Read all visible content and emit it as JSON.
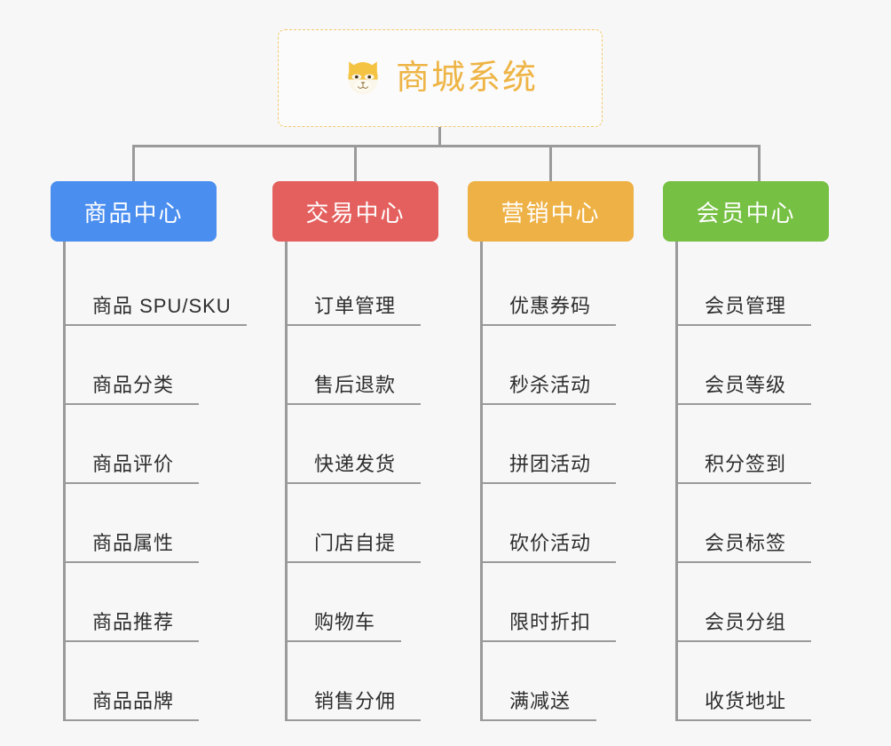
{
  "root": {
    "title": "商城系统",
    "icon": "shiba-dog-icon",
    "border_color": "#f3c96b",
    "text_color": "#eeb445",
    "background": "#fbfbfb"
  },
  "canvas": {
    "background": "#f7f7f7",
    "connector_color": "#9a9a9a"
  },
  "categories": [
    {
      "label": "商品中心",
      "color": "#4a8ef0",
      "items": [
        {
          "label": "商品 SPU/SKU",
          "rule_width": 204
        },
        {
          "label": "商品分类",
          "rule_width": 150
        },
        {
          "label": "商品评价",
          "rule_width": 150
        },
        {
          "label": "商品属性",
          "rule_width": 150
        },
        {
          "label": "商品推荐",
          "rule_width": 150
        },
        {
          "label": "商品品牌",
          "rule_width": 150
        }
      ]
    },
    {
      "label": "交易中心",
      "color": "#e4605e",
      "items": [
        {
          "label": "订单管理",
          "rule_width": 150
        },
        {
          "label": "售后退款",
          "rule_width": 150
        },
        {
          "label": "快递发货",
          "rule_width": 150
        },
        {
          "label": "门店自提",
          "rule_width": 150
        },
        {
          "label": "购物车",
          "rule_width": 128
        },
        {
          "label": "销售分佣",
          "rule_width": 150
        }
      ]
    },
    {
      "label": "营销中心",
      "color": "#eeb145",
      "items": [
        {
          "label": "优惠券码",
          "rule_width": 150
        },
        {
          "label": "秒杀活动",
          "rule_width": 150
        },
        {
          "label": "拼团活动",
          "rule_width": 150
        },
        {
          "label": "砍价活动",
          "rule_width": 150
        },
        {
          "label": "限时折扣",
          "rule_width": 150
        },
        {
          "label": "满减送",
          "rule_width": 128
        }
      ]
    },
    {
      "label": "会员中心",
      "color": "#76c043",
      "items": [
        {
          "label": "会员管理",
          "rule_width": 150
        },
        {
          "label": "会员等级",
          "rule_width": 150
        },
        {
          "label": "积分签到",
          "rule_width": 150
        },
        {
          "label": "会员标签",
          "rule_width": 150
        },
        {
          "label": "会员分组",
          "rule_width": 150
        },
        {
          "label": "收货地址",
          "rule_width": 150
        }
      ]
    }
  ]
}
